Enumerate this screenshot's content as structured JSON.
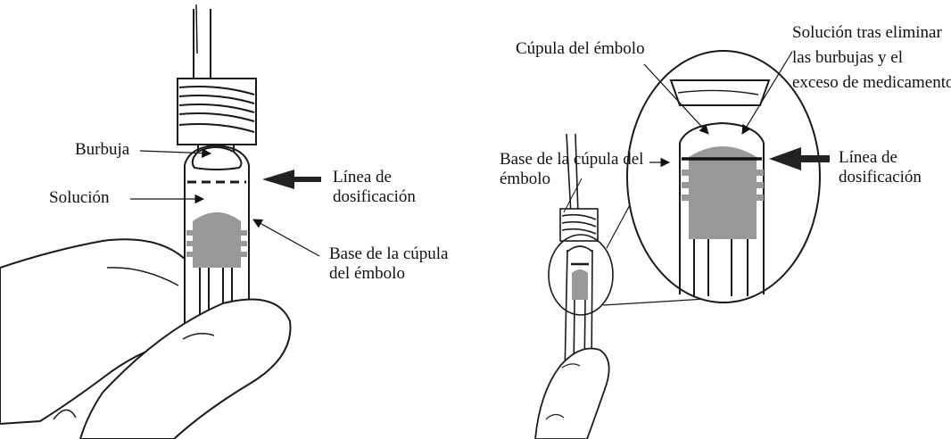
{
  "left_panel": {
    "labels": {
      "bubble": "Burbuja",
      "solution": "Solución",
      "dosing_line_1": "Línea de",
      "dosing_line_2": "dosificación",
      "dome_base_1": "Base de la cúpula",
      "dome_base_2": "del émbolo"
    }
  },
  "right_panel": {
    "labels": {
      "dome": "Cúpula del émbolo",
      "solution_after_1": "Solución tras eliminar",
      "solution_after_2": "las burbujas y el",
      "solution_after_3": "exceso de medicamento",
      "dome_base_1": "Base de la cúpula del",
      "dome_base_2": "émbolo",
      "dosing_line_1": "Línea de",
      "dosing_line_2": "dosificación"
    }
  },
  "colors": {
    "stroke": "#1a1a1a",
    "plunger_gray": "#999999",
    "dosing_arrow": "#222222"
  }
}
